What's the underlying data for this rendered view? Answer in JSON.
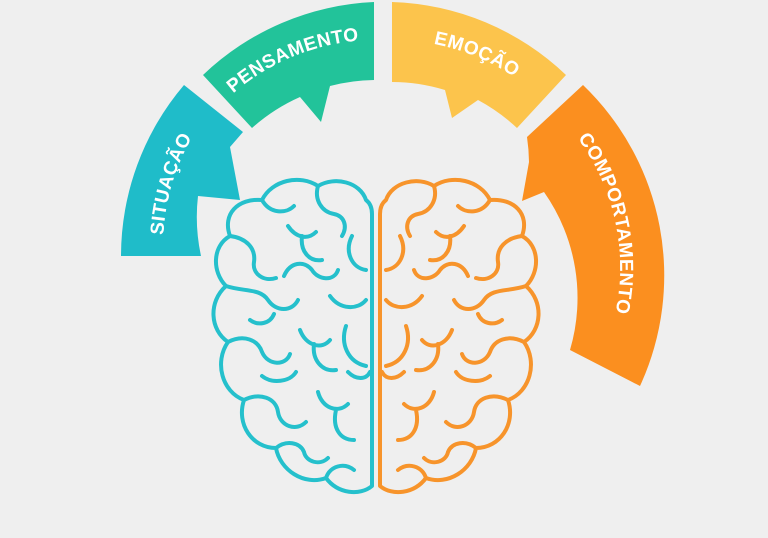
{
  "diagram": {
    "segments": [
      {
        "id": "situacao",
        "label": "SITUAÇÃO",
        "color": "#1fbcc9"
      },
      {
        "id": "pensamento",
        "label": "PENSAMENTO",
        "color": "#22c39a"
      },
      {
        "id": "emocao",
        "label": "EMOÇÃO",
        "color": "#fcc44c"
      },
      {
        "id": "comportamento",
        "label": "COMPORTAMENTO",
        "color": "#fb8f1f"
      }
    ],
    "brain": {
      "left_hemisphere_color": "#25c0cc",
      "right_hemisphere_color": "#f7942b"
    }
  }
}
